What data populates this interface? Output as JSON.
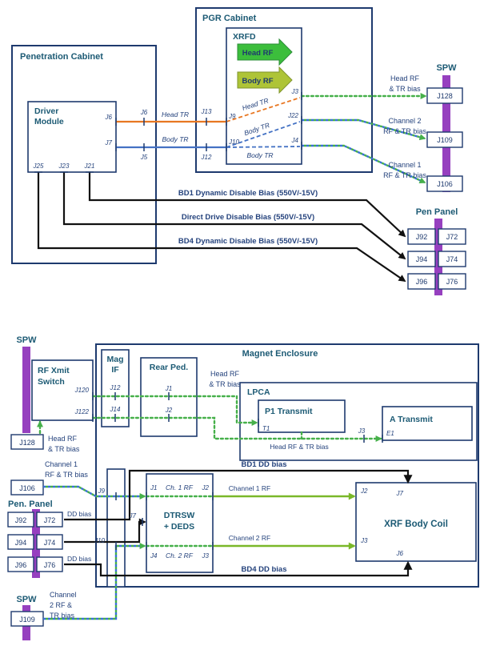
{
  "colors": {
    "navy_border": "#1e3a6e",
    "title_teal": "#1c5a74",
    "label_blue": "#24427c",
    "spw_purple": "#9640bf",
    "head_tr_orange": "#e87722",
    "body_tr_blue": "#4472c4",
    "bias_green_dot": "#46b04a",
    "channel_green_solid": "#7ab829",
    "head_rf_arrow_green": "#3cbe3c",
    "body_rf_arrow_green": "#aec437",
    "disable_black": "#111111"
  },
  "top": {
    "pen_cab": {
      "title": "Penetration Cabinet",
      "driver1": "Driver",
      "driver2": "Module",
      "j6": "J6",
      "j7": "J7",
      "j25": "J25",
      "j23": "J23",
      "j21": "J21",
      "wall_j6": "J6",
      "wall_j5": "J5"
    },
    "pgr": {
      "title": "PGR Cabinet",
      "j13": "J13",
      "j12": "J12"
    },
    "xrfd": {
      "title": "XRFD",
      "head_arrow": "Head RF",
      "body_arrow": "Body RF",
      "j9": "J9",
      "j10": "J10",
      "j3": "J3",
      "j22": "J22",
      "j4": "J4",
      "head_tr": "Head TR",
      "body_tr1": "Body TR",
      "body_tr2": "Body TR"
    },
    "head_tr_wire": "Head TR",
    "body_tr_wire": "Body TR",
    "head_bias1": "Head RF",
    "head_bias2": "& TR bias",
    "ch2_bias1": "Channel 2",
    "ch2_bias2": "RF & TR bias",
    "ch1_bias1": "Channel 1",
    "ch1_bias2": "RF & TR bias",
    "spw": {
      "title": "SPW",
      "j128": "J128",
      "j109": "J109",
      "j106": "J106"
    },
    "pen_panel": {
      "title": "Pen Panel",
      "j92": "J92",
      "j72": "J72",
      "j94": "J94",
      "j74": "J74",
      "j96": "J96",
      "j76": "J76"
    },
    "bd1": "BD1 Dynamic Disable Bias (550V/-15V)",
    "dd": "Direct Drive Disable Bias (550V/-15V)",
    "bd4": "BD4 Dynamic Disable Bias (550V/-15V)"
  },
  "bot": {
    "spw1": "SPW",
    "j128": "J128",
    "rfx1": "RF Xmit",
    "rfx2": "Switch",
    "j120": "J120",
    "j122": "J122",
    "magif1": "Mag",
    "magif2": "IF",
    "j12": "J12",
    "j14": "J14",
    "j9": "J9",
    "j7": "J7",
    "j10": "J10",
    "rearped": "Rear Ped.",
    "j1": "J1",
    "j2": "J2",
    "enclosure": "Magnet Enclosure",
    "head_bias_a1": "Head RF",
    "head_bias_a2": "& TR bias",
    "lpca": "LPCA",
    "p1": "P1 Transmit",
    "t1": "T1",
    "atx": "A Transmit",
    "e1": "E1",
    "j3": "J3",
    "head_bias_b": "Head RF & TR bias",
    "head_bias_c1": "Head RF",
    "head_bias_c2": "& TR bias",
    "ch1_bias1": "Channel 1",
    "ch1_bias2": "RF & TR bias",
    "j106": "J106",
    "pen_panel": "Pen. Panel",
    "j92": "J92",
    "j72": "J72",
    "j94": "J94",
    "j74": "J74",
    "j96": "J96",
    "j76": "J76",
    "dd_top": "DD bias",
    "dd_bot": "DD bias",
    "spw2": "SPW",
    "j109": "J109",
    "ch2_bias1": "Channel",
    "ch2_bias2": "2 RF &",
    "ch2_bias3": "TR bias",
    "dtrsw1": "DTRSW",
    "dtrsw2": "+ DEDS",
    "dj1": "J1",
    "dj2": "J2",
    "dch1": "Ch. 1 RF",
    "dj4": "J4",
    "dj3": "J3",
    "dch2": "Ch. 2 RF",
    "dj7": "J7",
    "ch1_rf": "Channel 1 RF",
    "ch2_rf": "Channel 2 RF",
    "bd1": "BD1 DD bias",
    "bd4": "BD4 DD bias",
    "xrf": "XRF Body Coil",
    "xj2": "J2",
    "xj7": "J7",
    "xj3": "J3",
    "xj6": "J6"
  }
}
